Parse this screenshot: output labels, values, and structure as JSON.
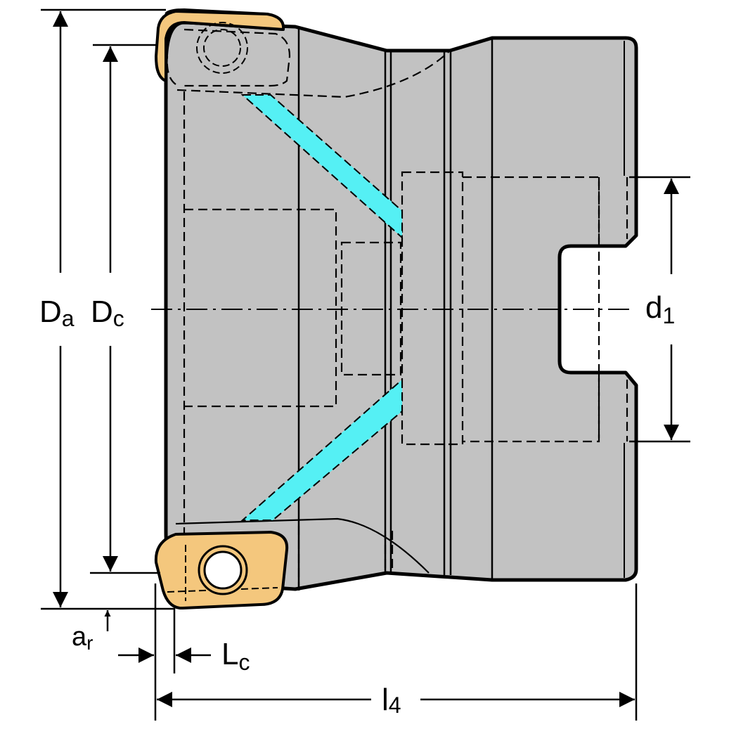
{
  "labels": {
    "da": {
      "main": "D",
      "sub": "a"
    },
    "dc": {
      "main": "D",
      "sub": "c"
    },
    "d1": {
      "main": "d",
      "sub": "1"
    },
    "ar": {
      "main": "a",
      "sub": "r"
    },
    "lc": {
      "main": "L",
      "sub": "c"
    },
    "l4": {
      "main": "l",
      "sub": "4"
    }
  },
  "colors": {
    "body": "#c2c2c2",
    "insert": "#f4c77d",
    "coolant": "#55f0f4",
    "line": "#000000"
  }
}
